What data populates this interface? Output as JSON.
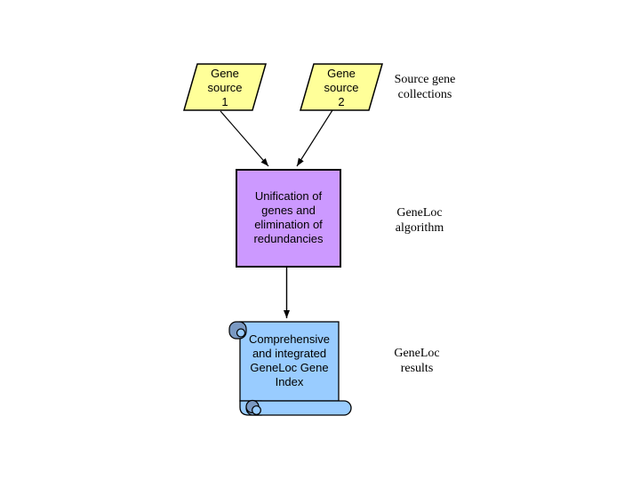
{
  "diagram": {
    "nodes": {
      "source1": {
        "label": "Gene\nsource\n1",
        "fill": "#FFFF99",
        "shape": "parallelogram"
      },
      "source2": {
        "label": "Gene\nsource\n2",
        "fill": "#FFFF99",
        "shape": "parallelogram"
      },
      "process": {
        "label": "Unification of\ngenes and\nelimination of\nredundancies",
        "fill": "#CC99FF",
        "shape": "rectangle"
      },
      "result": {
        "label": "Comprehensive\nand integrated\nGeneLoc Gene\nIndex",
        "fill": "#99CCFF",
        "curl_shade": "#7A99C2",
        "shape": "horizontal-scroll"
      }
    },
    "annotations": {
      "sources": "Source gene\ncollections",
      "algorithm": "GeneLoc\nalgorithm",
      "results": "GeneLoc\nresults"
    },
    "colors": {
      "stroke": "#000000",
      "background": "#FFFFFF"
    }
  }
}
